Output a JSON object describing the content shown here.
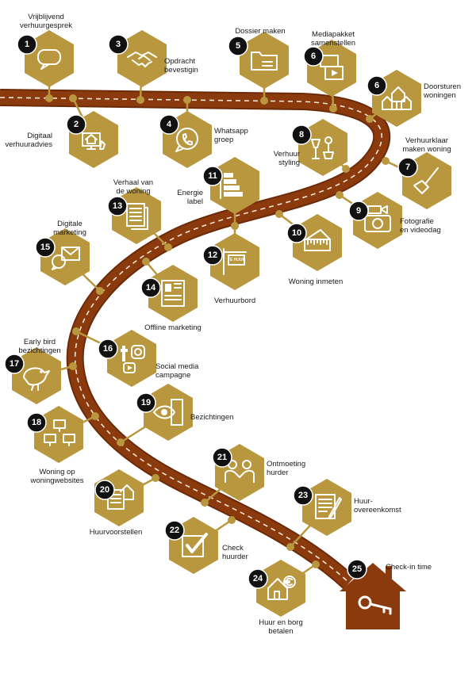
{
  "colors": {
    "road": "#8b3a0e",
    "road_dark": "#6b2a08",
    "dash": "#f3e6d2",
    "hex": "#b8973f",
    "badge": "#111111",
    "house": "#8b3a0e"
  },
  "steps": [
    {
      "n": "1",
      "label": "Vrijblijvend\nverhuurgesprek",
      "icon": "chat-icon"
    },
    {
      "n": "2",
      "label": "Digitaal\nverhuuradvies",
      "icon": "computer-house-icon"
    },
    {
      "n": "3",
      "label": "Opdracht\nbevestigin",
      "icon": "handshake-icon"
    },
    {
      "n": "4",
      "label": "Whatsapp\ngroep",
      "icon": "whatsapp-icon"
    },
    {
      "n": "5",
      "label": "Dossier maken",
      "icon": "folder-icon"
    },
    {
      "n": "6",
      "label": "Mediapakket\nsamenstellen",
      "icon": "media-icon"
    },
    {
      "n": "6",
      "label": "Doorsturen\nwoningen",
      "icon": "houses-icon"
    },
    {
      "n": "7",
      "label": "Verhuurklaar\nmaken woning",
      "icon": "broom-icon"
    },
    {
      "n": "8",
      "label": "Verhuur\nstyling",
      "icon": "styling-icon"
    },
    {
      "n": "9",
      "label": "Fotografie\nen videodag",
      "icon": "camera-icon"
    },
    {
      "n": "10",
      "label": "Woning inmeten",
      "icon": "ruler-icon"
    },
    {
      "n": "11",
      "label": "Energie\nlabel",
      "icon": "energy-label-icon"
    },
    {
      "n": "12",
      "label": "Verhuurbord",
      "icon": "sign-icon"
    },
    {
      "n": "13",
      "label": "Verhaal van\nde woning",
      "icon": "document-icon"
    },
    {
      "n": "14",
      "label": "Offline marketing",
      "icon": "newspaper-icon"
    },
    {
      "n": "15",
      "label": "Digitale\nmarketing",
      "icon": "mail-whatsapp-icon"
    },
    {
      "n": "16",
      "label": "Social media\ncampagne",
      "icon": "social-icon"
    },
    {
      "n": "17",
      "label": "Early bird\nbezichtingen",
      "icon": "bird-icon"
    },
    {
      "n": "18",
      "label": "Woning op\nwoningwebsites",
      "icon": "websites-icon"
    },
    {
      "n": "19",
      "label": "Bezichtingen",
      "icon": "eye-door-icon"
    },
    {
      "n": "20",
      "label": "Huurvoorstellen",
      "icon": "proposal-icon"
    },
    {
      "n": "21",
      "label": "Ontmoeting\nhurder",
      "icon": "meeting-icon"
    },
    {
      "n": "22",
      "label": "Check\nhuurder",
      "icon": "checkbox-icon"
    },
    {
      "n": "23",
      "label": "Huur-\novereenkomst",
      "icon": "contract-icon"
    },
    {
      "n": "24",
      "label": "Huur en borg\nbetalen",
      "icon": "house-euro-icon"
    },
    {
      "n": "25",
      "label": "Check-in time",
      "icon": "house-key-icon"
    }
  ],
  "sign_text": "TE HUUR"
}
